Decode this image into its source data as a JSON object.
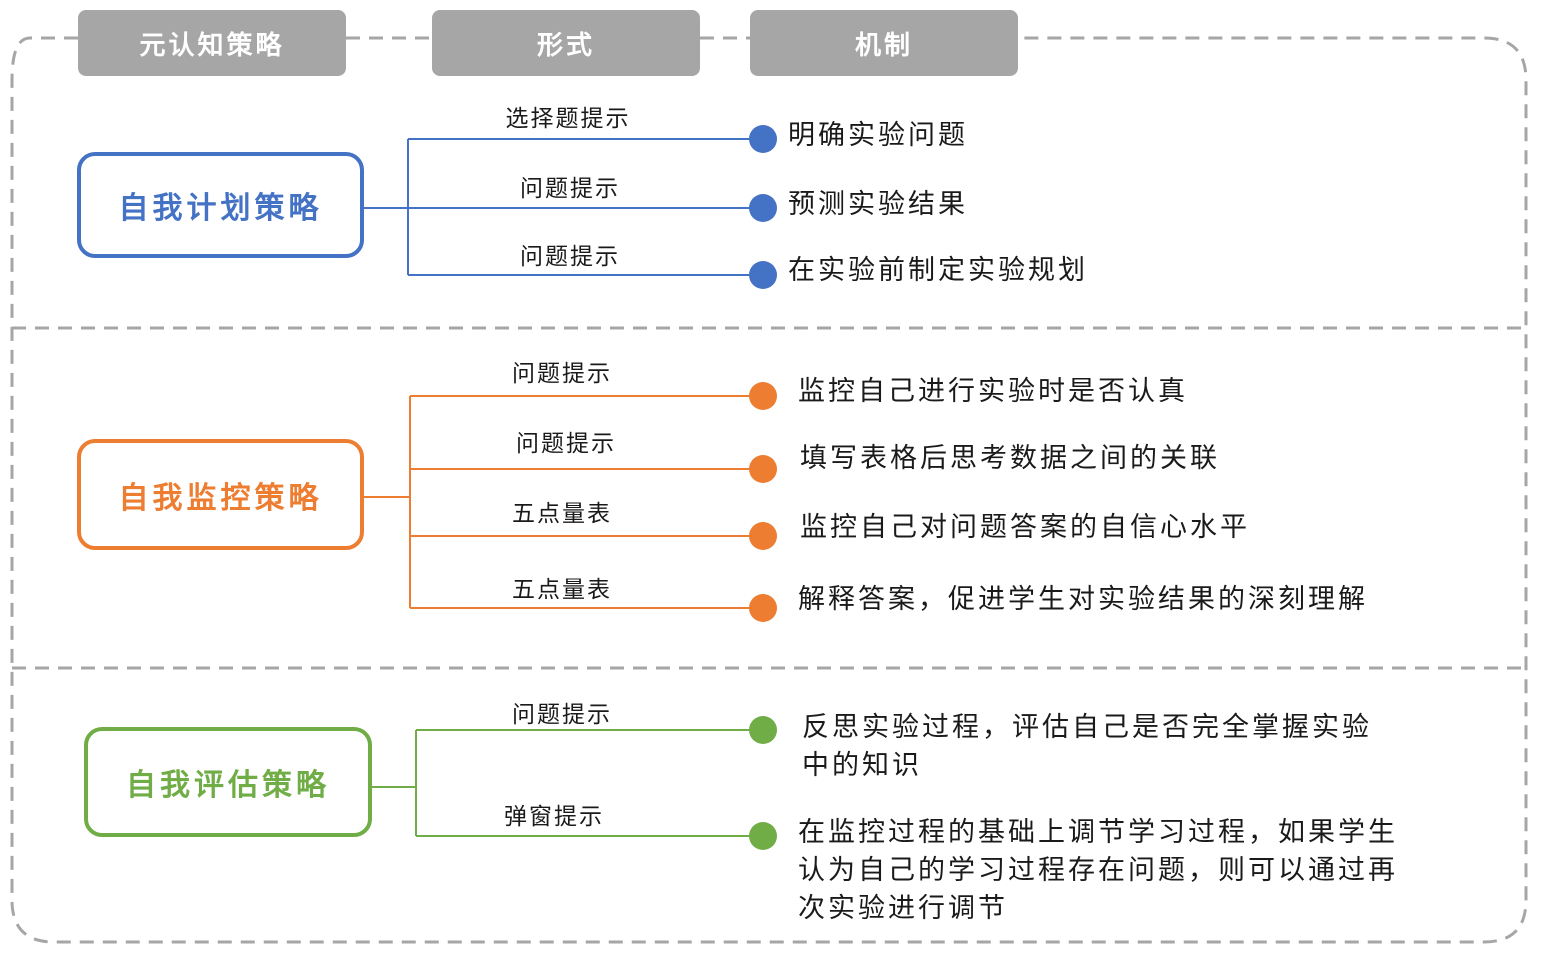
{
  "headers": {
    "strategy": "元认知策略",
    "form": "形式",
    "mechanism": "机制"
  },
  "colors": {
    "blue": "#4472c4",
    "orange": "#ed7d31",
    "green": "#70ad47",
    "header_gray": "#a6a6a6",
    "dashed_border": "#a6a6a6"
  },
  "groups": {
    "plan": {
      "name": "自我计划策略",
      "color": "#4472c4",
      "items": [
        {
          "form": "选择题提示",
          "mechanism": "明确实验问题"
        },
        {
          "form": "问题提示",
          "mechanism": "预测实验结果"
        },
        {
          "form": "问题提示",
          "mechanism": "在实验前制定实验规划"
        }
      ]
    },
    "monitor": {
      "name": "自我监控策略",
      "color": "#ed7d31",
      "items": [
        {
          "form": "问题提示",
          "mechanism": "监控自己进行实验时是否认真"
        },
        {
          "form": "问题提示",
          "mechanism": "填写表格后思考数据之间的关联"
        },
        {
          "form": "五点量表",
          "mechanism": "监控自己对问题答案的自信心水平"
        },
        {
          "form": "五点量表",
          "mechanism": "解释答案，促进学生对实验结果的深刻理解"
        }
      ]
    },
    "evaluate": {
      "name": "自我评估策略",
      "color": "#70ad47",
      "items": [
        {
          "form": "问题提示",
          "mechanism_lines": [
            "反思实验过程，评估自己是否完全掌握实验",
            "中的知识"
          ]
        },
        {
          "form": "弹窗提示",
          "mechanism_lines": [
            "在监控过程的基础上调节学习过程，如果学生",
            "认为自己的学习过程存在问题，则可以通过再",
            "次实验进行调节"
          ]
        }
      ]
    }
  }
}
